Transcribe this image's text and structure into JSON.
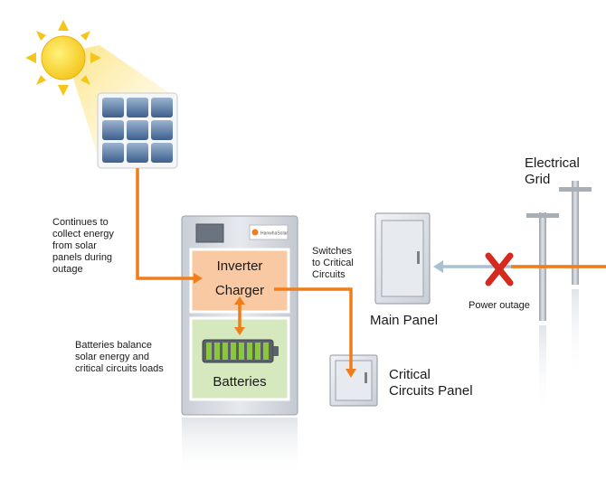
{
  "labels": {
    "continues_text": "Continues to\ncollect energy\nfrom solar\npanels during\noutage",
    "batteries_balance_text": "Batteries balance\nsolar energy and\ncritical circuits loads",
    "switches_text": "Switches\nto Critical\nCircuits",
    "inverter": "Inverter",
    "charger": "Charger",
    "batteries": "Batteries",
    "main_panel": "Main Panel",
    "critical_panel": "Critical\nCircuits Panel",
    "electrical_grid": "Electrical\nGrid",
    "power_outage": "Power outage",
    "brand": "HanwhaSolar"
  },
  "colors": {
    "flow_arrow": "#ef7d1a",
    "grid_arrow": "#a7c1d3",
    "outage_x": "#d42a1f",
    "sun": "#f7cf20",
    "inverter_fill": "#f9c9a3",
    "battery_fill": "#d6e8bd",
    "battery_cell": "#7fbe3c"
  },
  "icons": {
    "sun": "sun-icon",
    "solar_panel": "solar-panel-icon",
    "battery": "battery-icon",
    "outage": "x-mark-icon",
    "utility_pole": "utility-pole-icon"
  }
}
